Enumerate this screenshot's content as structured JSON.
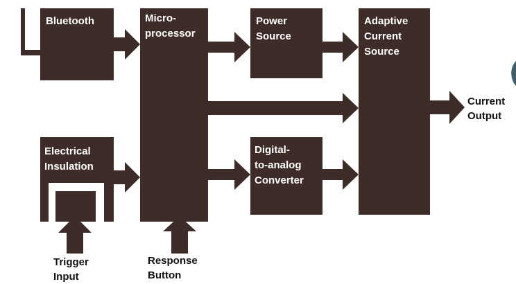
{
  "blocks": {
    "bluetooth": "Bluetooth",
    "microprocessor": "Micro-\nprocessor",
    "power_source": "Power\nSource",
    "adaptive_current_source": "Adaptive\nCurrent\nSource",
    "electrical_insulation": "Electrical\nInsulation",
    "dac": "Digital-\nto-analog\nConverter"
  },
  "io": {
    "current_output": "Current\nOutput",
    "trigger_input": "Trigger\nInput",
    "response_button": "Response\nButton"
  },
  "colors": {
    "block": "#3e2c28",
    "block_text": "#ffffff",
    "label_text": "#111111"
  }
}
